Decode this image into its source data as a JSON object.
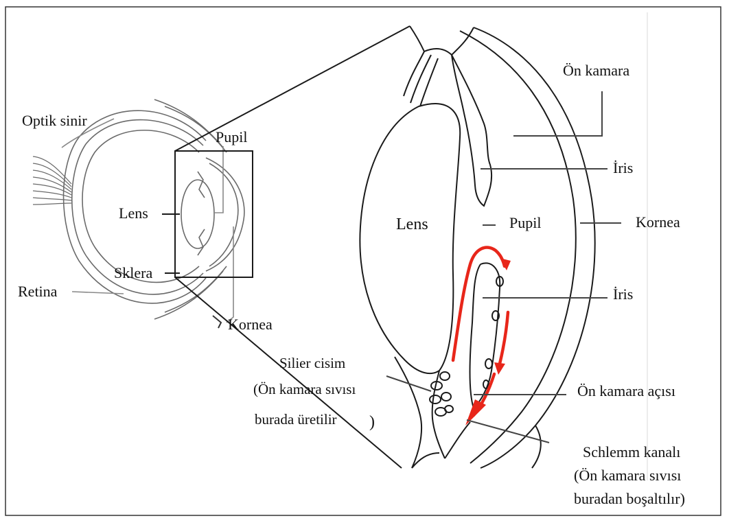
{
  "diagram": {
    "overview": {
      "labels": {
        "optik_sinir": "Optik sinir",
        "pupil": "Pupil",
        "lens": "Lens",
        "sklera": "Sklera",
        "retina": "Retina",
        "kornea": "Kornea"
      }
    },
    "detail": {
      "labels": {
        "on_kamara": "Ön kamara",
        "iris_upper": "İris",
        "lens": "Lens",
        "pupil": "Pupil",
        "kornea": "Kornea",
        "iris_lower": "İris",
        "silier_cisim": "Silier  cisim",
        "silier_note_1": "(Ön kamara sıvısı",
        "silier_note_2": "burada üretilir",
        "silier_note_paren": ")",
        "on_kamara_acisi": "Ön kamara açısı",
        "schlemm": "Schlemm kanalı",
        "schlemm_note_1": "(Ön kamara sıvısı",
        "schlemm_note_2": "buradan boşaltılır)"
      }
    },
    "colors": {
      "line": "#1a1a1a",
      "flow_arrow": "#e8261a",
      "frame": "#333333",
      "overview_stroke": "#6a6a6a"
    }
  }
}
